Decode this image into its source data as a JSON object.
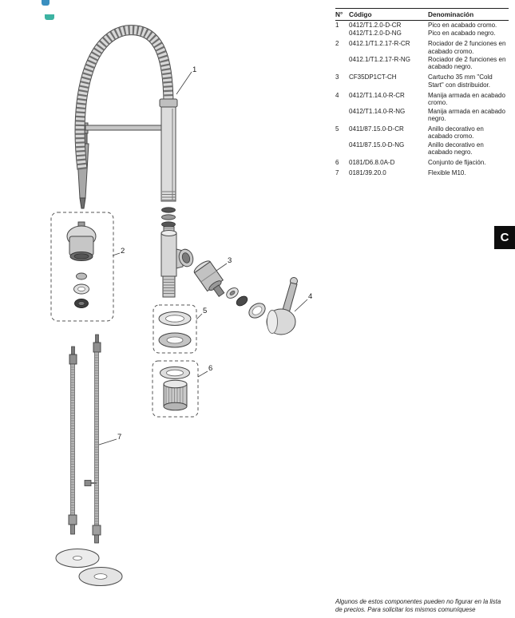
{
  "page": {
    "section_tab": "C",
    "footnote": "Algunos de estos componentes pueden no figurar en la lista de precios. Para solicitar los mismos comuníquese"
  },
  "diagram": {
    "description": "Exploded view of semi-professional kitchen faucet with spring spout",
    "callouts": [
      "1",
      "2",
      "3",
      "4",
      "5",
      "6",
      "7"
    ]
  },
  "colors": {
    "tab_bg": "#0d0d0d",
    "rule": "#1f1f1f",
    "line_art": "#4a4a4a"
  },
  "table": {
    "headers": {
      "num": "N°",
      "code": "Código",
      "name": "Denominación"
    },
    "rows": [
      {
        "num": "1",
        "code": "0412/T1.2.0-D-CR",
        "name": "Pico en acabado cromo."
      },
      {
        "num": "",
        "code": "0412/T1.2.0-D-NG",
        "name": "Pico en acabado negro."
      },
      {
        "num": "2",
        "code": "0412.1/T1.2.17-R-CR",
        "name": "Rociador de 2 funciones en acabado cromo."
      },
      {
        "num": "",
        "code": "0412.1/T1.2.17-R-NG",
        "name": "Rociador de 2 funciones en acabado negro."
      },
      {
        "num": "3",
        "code": "CF35DP1CT-CH",
        "name": "Cartucho 35 mm \"Cold Start\" con distribuidor."
      },
      {
        "num": "4",
        "code": "0412/T1.14.0-R-CR",
        "name": "Manija armada en acabado cromo."
      },
      {
        "num": "",
        "code": "0412/T1.14.0-R-NG",
        "name": "Manija armada en acabado negro."
      },
      {
        "num": "5",
        "code": "0411/87.15.0-D-CR",
        "name": "Anillo decorativo en acabado cromo."
      },
      {
        "num": "",
        "code": "0411/87.15.0-D-NG",
        "name": "Anillo decorativo en acabado negro."
      },
      {
        "num": "6",
        "code": "0181/D6.8.0A-D",
        "name": "Conjunto de fijación."
      },
      {
        "num": "7",
        "code": "0181/39.20.0",
        "name": "Flexible M10."
      }
    ]
  }
}
